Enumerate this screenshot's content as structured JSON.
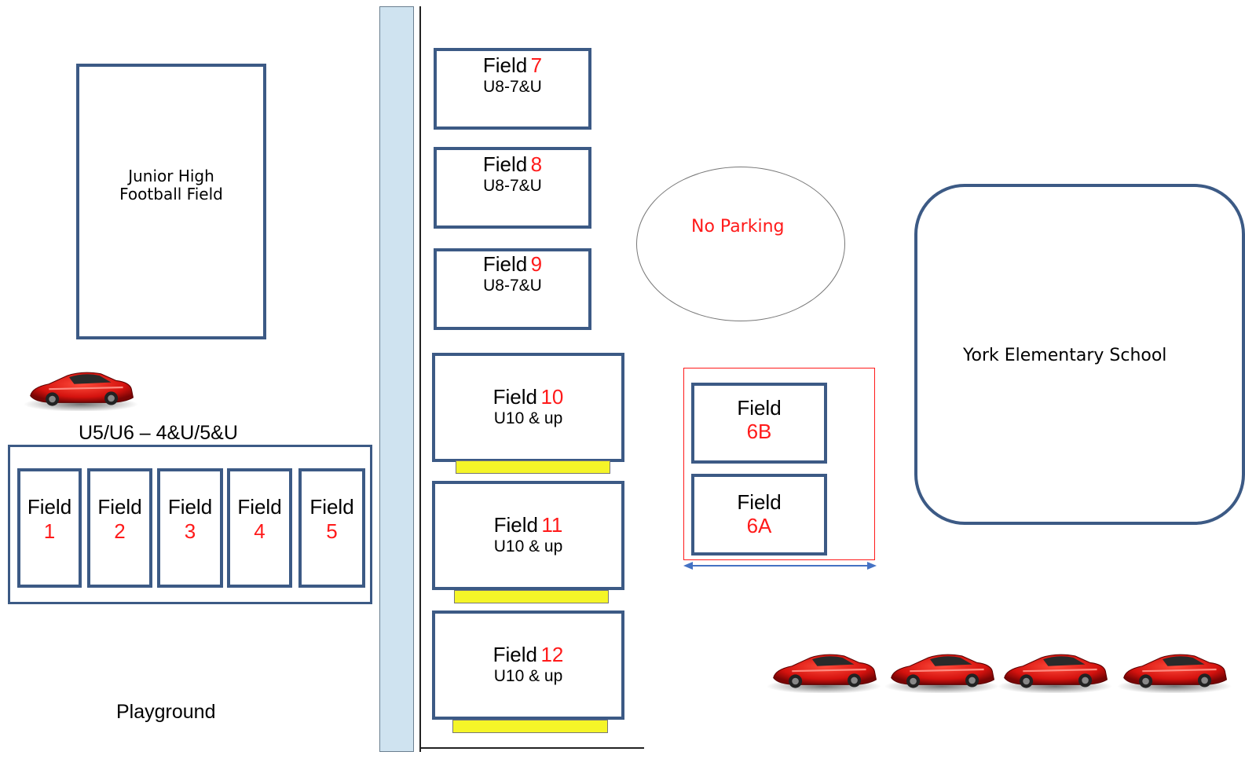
{
  "left": {
    "football_field": {
      "line1": "Junior High",
      "line2": "Football Field"
    },
    "small_group_label": "U5/U6 – 4&U/5&U",
    "small_fields": [
      {
        "label": "Field",
        "num": "1"
      },
      {
        "label": "Field",
        "num": "2"
      },
      {
        "label": "Field",
        "num": "3"
      },
      {
        "label": "Field",
        "num": "4"
      },
      {
        "label": "Field",
        "num": "5"
      }
    ],
    "playground": "Playground"
  },
  "middle": {
    "fields": [
      {
        "label": "Field",
        "num": "7",
        "age": "U8-7&U"
      },
      {
        "label": "Field",
        "num": "8",
        "age": "U8-7&U"
      },
      {
        "label": "Field",
        "num": "9",
        "age": "U8-7&U"
      },
      {
        "label": "Field",
        "num": "10",
        "age": "U10 & up"
      },
      {
        "label": "Field",
        "num": "11",
        "age": "U10 & up"
      },
      {
        "label": "Field",
        "num": "12",
        "age": "U10 & up"
      }
    ]
  },
  "no_parking": "No Parking",
  "field6": {
    "b": {
      "label": "Field",
      "num": "6B"
    },
    "a": {
      "label": "Field",
      "num": "6A"
    }
  },
  "school": "York Elementary School",
  "colors": {
    "border": "#3c5a85",
    "accent_red": "#ff1a1a",
    "road": "#cfe3f0",
    "goal": "#f5f528"
  },
  "icons": [
    "car-icon",
    "car-icon",
    "car-icon",
    "car-icon",
    "car-icon"
  ]
}
